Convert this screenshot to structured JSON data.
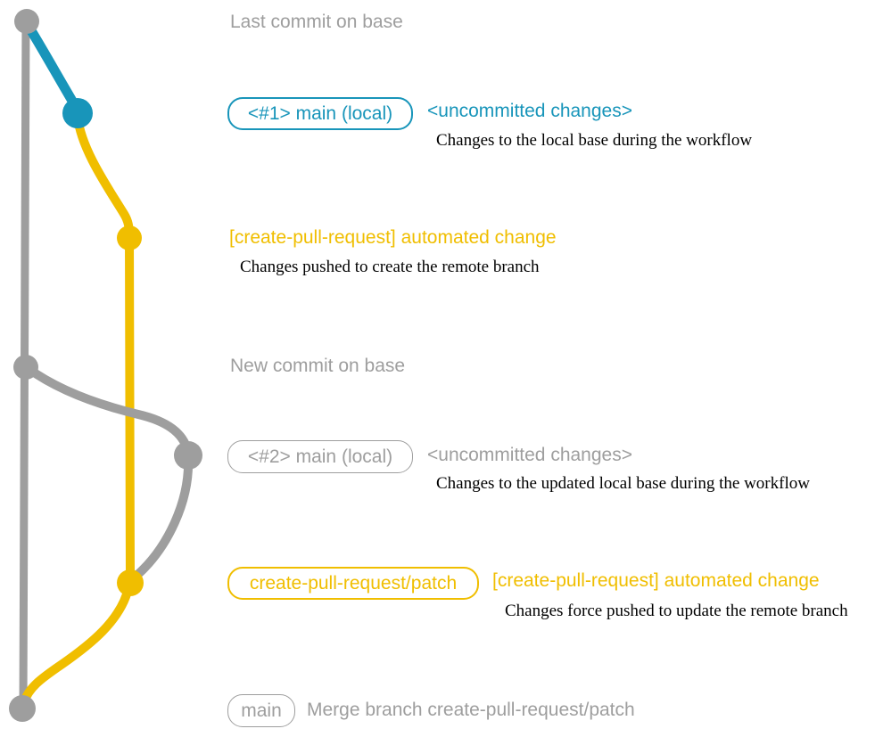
{
  "colors": {
    "gray": "#9e9e9e",
    "blue": "#1895ba",
    "yellow": "#f0be00",
    "black": "#000000",
    "background": "#ffffff"
  },
  "graph": {
    "nodes": [
      {
        "name": "commit-dot-last-base",
        "color": "gray"
      },
      {
        "name": "commit-dot-main-local-1",
        "color": "blue"
      },
      {
        "name": "commit-dot-automated-change-1",
        "color": "yellow"
      },
      {
        "name": "commit-dot-new-base",
        "color": "gray"
      },
      {
        "name": "commit-dot-main-local-2",
        "color": "gray"
      },
      {
        "name": "commit-dot-automated-change-2",
        "color": "yellow"
      },
      {
        "name": "commit-dot-merge",
        "color": "gray"
      }
    ]
  },
  "annotations": {
    "row1": {
      "text": "Last commit on base"
    },
    "row2": {
      "branch_label": "<#1> main (local)",
      "message": "<uncommitted changes>",
      "description": "Changes to the local base during the workflow"
    },
    "row3": {
      "message": "[create-pull-request] automated change",
      "description": "Changes pushed to create the remote branch"
    },
    "row4": {
      "text": "New commit on base"
    },
    "row5": {
      "branch_label": "<#2> main (local)",
      "message": "<uncommitted changes>",
      "description": "Changes to the updated local base during the workflow"
    },
    "row6": {
      "branch_label": "create-pull-request/patch",
      "message": "[create-pull-request] automated change",
      "description": "Changes force pushed to update the remote branch"
    },
    "row7": {
      "branch_label": "main",
      "message": "Merge branch create-pull-request/patch"
    }
  }
}
